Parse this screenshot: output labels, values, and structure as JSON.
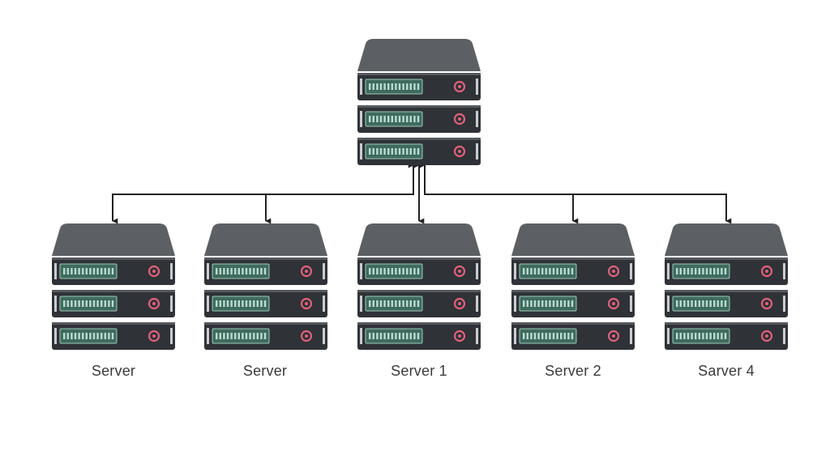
{
  "diagram": {
    "central_node": {
      "name": "central-server-stack",
      "label": ""
    },
    "servers": [
      {
        "label": "Server"
      },
      {
        "label": "Server"
      },
      {
        "label": "Server 1"
      },
      {
        "label": "Server 2"
      },
      {
        "label": "Sarver 4"
      }
    ],
    "colors": {
      "chassis_top": "#5c5f63",
      "chassis_unit": "#2f3236",
      "display_panel": "#3f6b5f",
      "display_border": "#9fc8b8",
      "status_icon": "#e0607a",
      "connector": "#222222"
    }
  }
}
